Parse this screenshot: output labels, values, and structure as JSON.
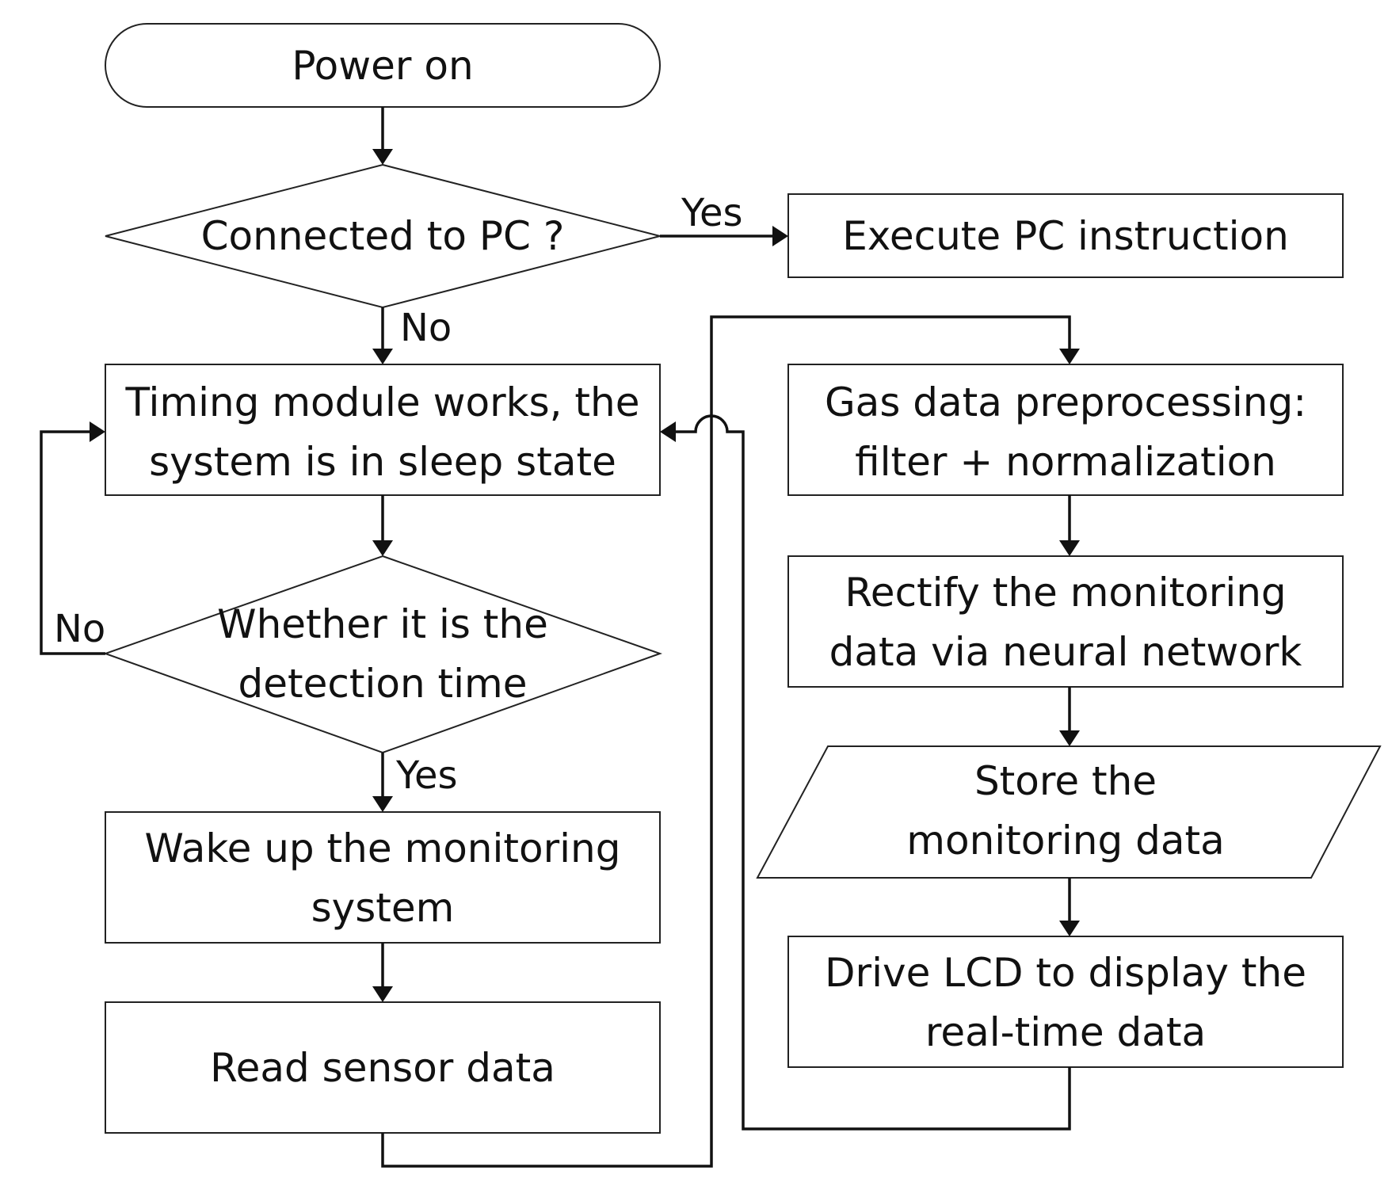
{
  "nodes": {
    "power_on": {
      "lines": [
        "Power on"
      ]
    },
    "connected_pc": {
      "lines": [
        "Connected to PC ?"
      ]
    },
    "execute_pc": {
      "lines": [
        "Execute PC instruction"
      ]
    },
    "timing_module": {
      "lines": [
        "Timing module works, the",
        "system is in sleep state"
      ]
    },
    "detection_time": {
      "lines": [
        "Whether it is the",
        "detection time"
      ]
    },
    "wake_up": {
      "lines": [
        "Wake up the monitoring",
        "system"
      ]
    },
    "read_sensor": {
      "lines": [
        "Read sensor data"
      ]
    },
    "gas_preprocess": {
      "lines": [
        "Gas data preprocessing:",
        "filter + normalization"
      ]
    },
    "rectify": {
      "lines": [
        "Rectify the monitoring",
        "data via neural network"
      ]
    },
    "store": {
      "lines": [
        "Store the",
        "monitoring data"
      ]
    },
    "drive_lcd": {
      "lines": [
        "Drive LCD to display the",
        "real-time data"
      ]
    }
  },
  "edge_labels": {
    "pc_yes": "Yes",
    "pc_no": "No",
    "detect_no": "No",
    "detect_yes": "Yes"
  }
}
